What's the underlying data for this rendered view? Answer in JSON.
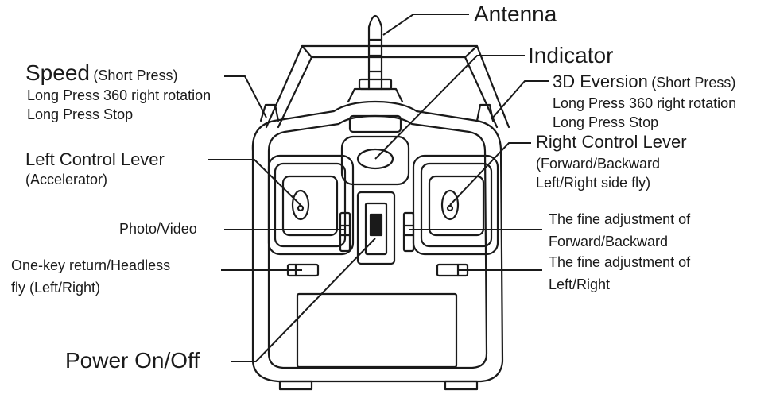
{
  "labels": {
    "antenna": "Antenna",
    "indicator": "Indicator",
    "speed": {
      "title": "Speed",
      "suffix": "(Short Press)",
      "line1": "Long Press 360 right rotation",
      "line2": "Long Press Stop"
    },
    "eversion": {
      "title": "3D Eversion",
      "suffix": "(Short Press)",
      "line1": "Long Press 360 right rotation",
      "line2": "Long Press Stop"
    },
    "left_lever": {
      "title": "Left Control Lever",
      "sub": "(Accelerator)"
    },
    "right_lever": {
      "title": "Right Control Lever",
      "line1": "(Forward/Backward",
      "line2": "Left/Right side fly)"
    },
    "photo_video": "Photo/Video",
    "fine_fb": {
      "line1": "The fine adjustment of",
      "line2": "Forward/Backward"
    },
    "fine_lr": {
      "line1": "The fine adjustment of",
      "line2": "Left/Right"
    },
    "one_key": {
      "line1": "One-key return/Headless",
      "line2": "fly (Left/Right)"
    },
    "power": "Power On/Off"
  },
  "colors": {
    "ink": "#1a1a1a",
    "background": "#ffffff"
  }
}
